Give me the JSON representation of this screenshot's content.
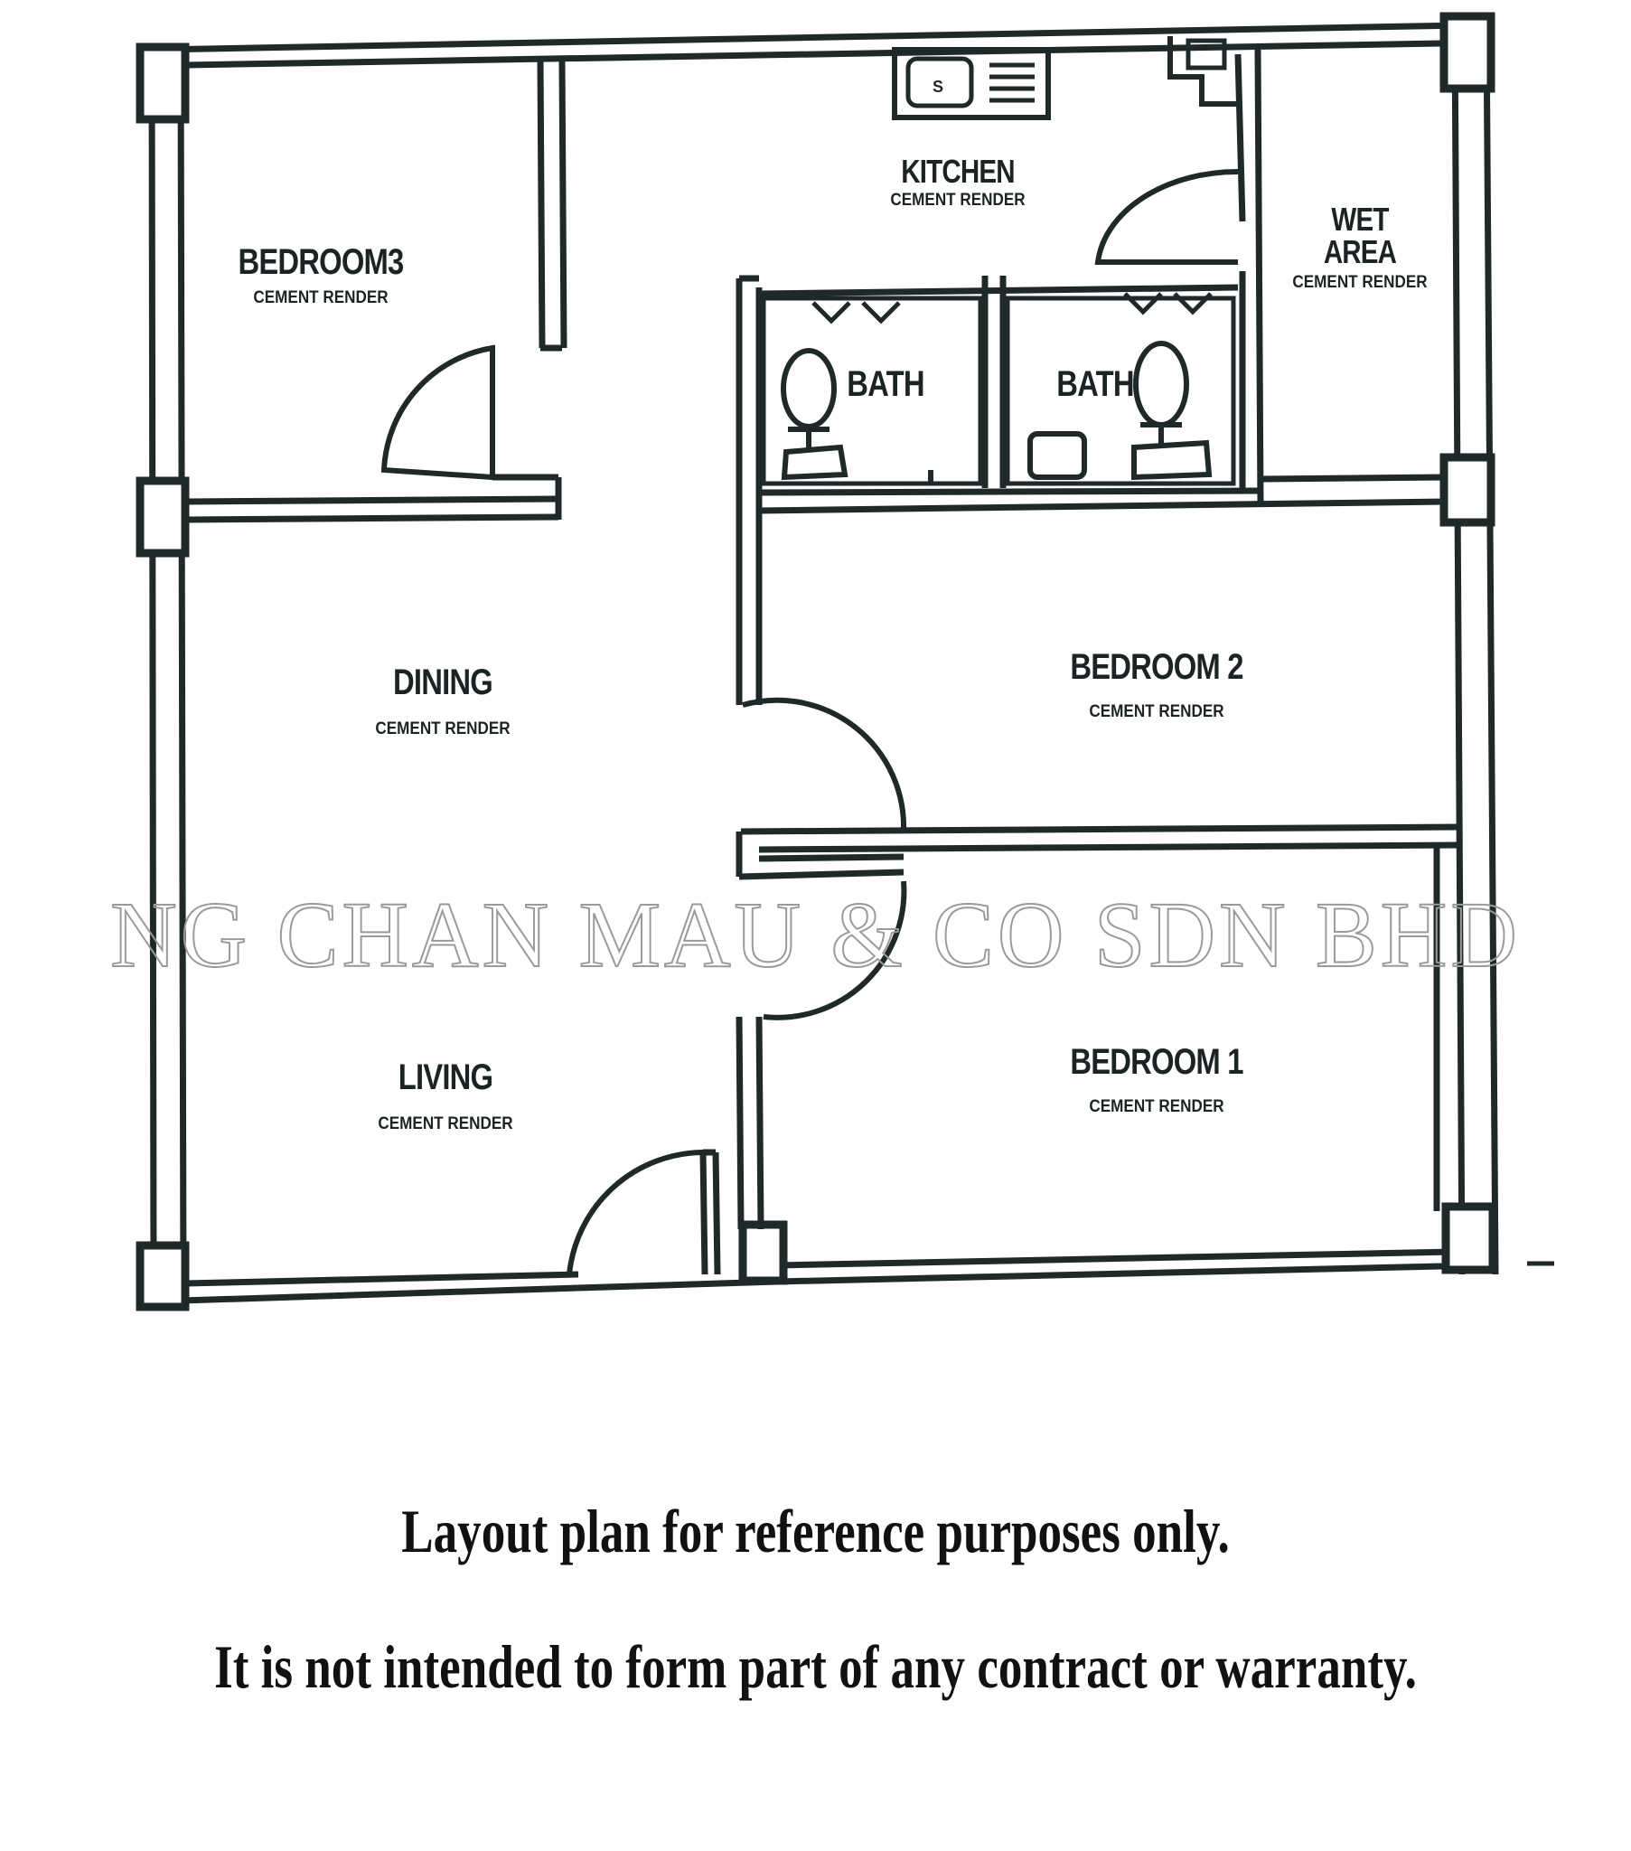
{
  "floor_plan": {
    "rooms": [
      {
        "id": "bedroom3",
        "name": "BEDROOM3",
        "sub": "CEMENT RENDER"
      },
      {
        "id": "kitchen",
        "name": "KITCHEN",
        "sub": "CEMENT RENDER"
      },
      {
        "id": "wet_area",
        "name_line1": "WET",
        "name_line2": "AREA",
        "sub": "CEMENT RENDER"
      },
      {
        "id": "bath_left",
        "name": "BATH"
      },
      {
        "id": "bath_right",
        "name": "BATH"
      },
      {
        "id": "dining",
        "name": "DINING",
        "sub": "CEMENT RENDER"
      },
      {
        "id": "bedroom2",
        "name": "BEDROOM 2",
        "sub": "CEMENT RENDER"
      },
      {
        "id": "living",
        "name": "LIVING",
        "sub": "CEMENT RENDER"
      },
      {
        "id": "bedroom1",
        "name": "BEDROOM 1",
        "sub": "CEMENT RENDER"
      }
    ],
    "sink_label": "S",
    "line_color": "#1e2a2a"
  },
  "watermark": "NG CHAN MAU & CO SDN BHD",
  "disclaimer": {
    "line1": "Layout plan for reference purposes only.",
    "line2": "It is not intended to form part of any contract or warranty."
  }
}
